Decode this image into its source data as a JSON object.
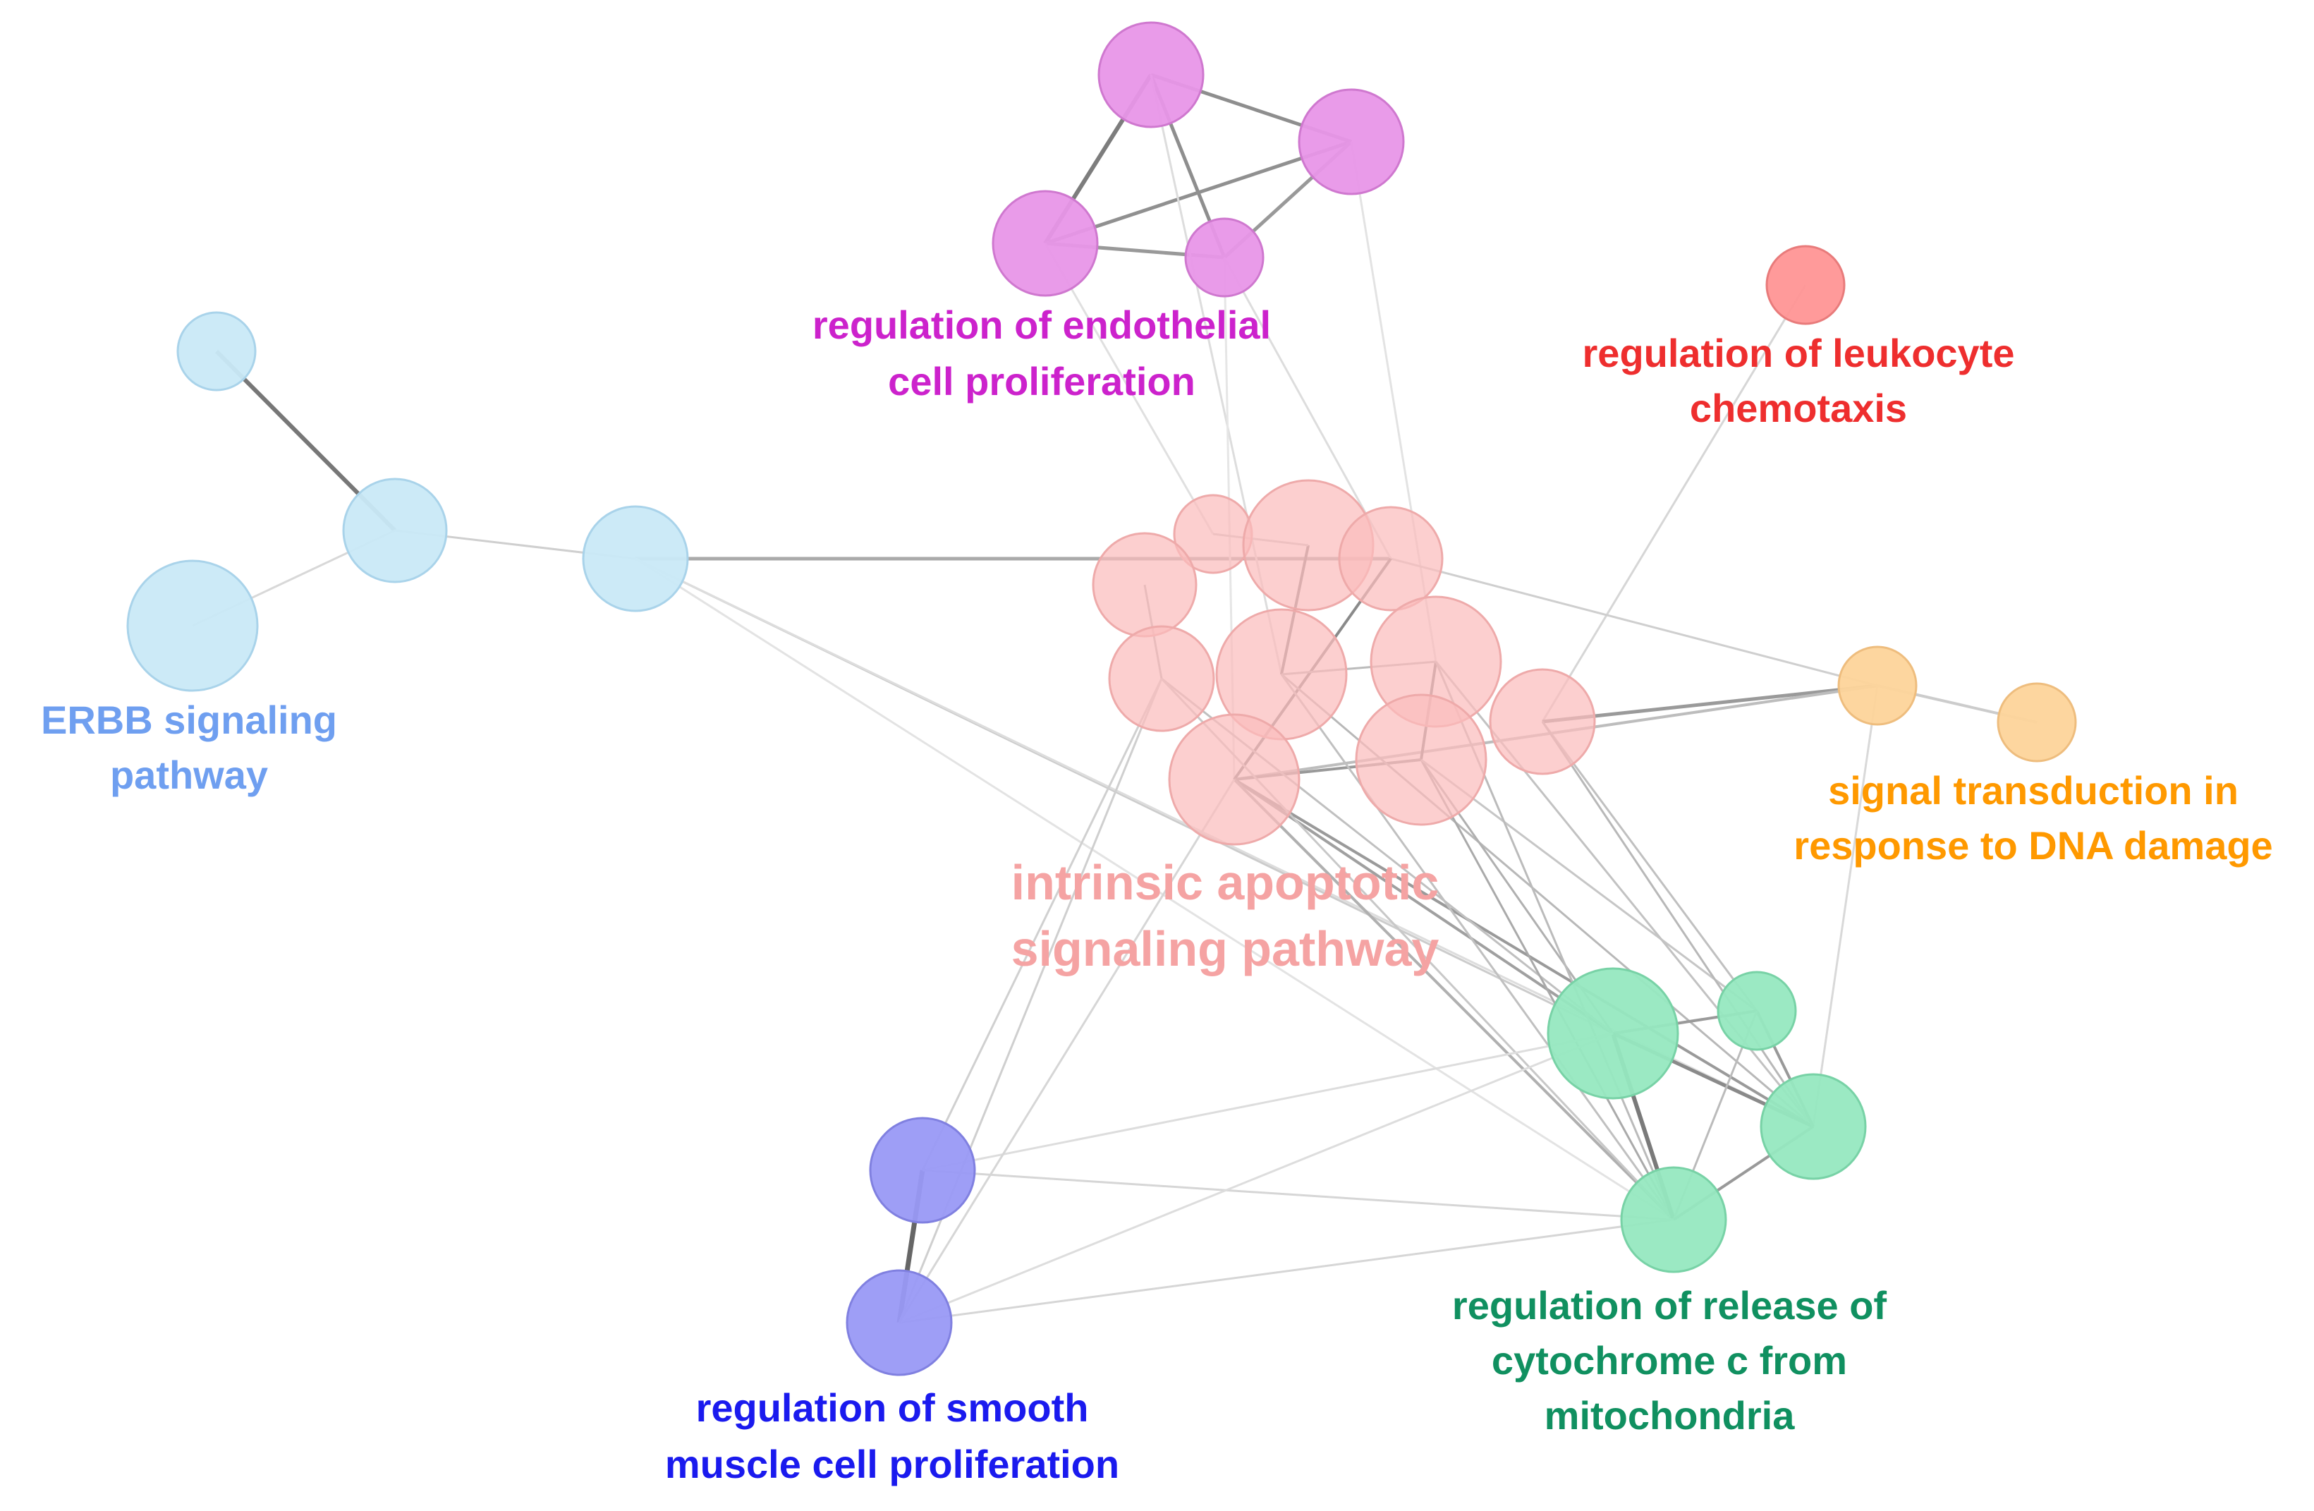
{
  "clusters": [
    {
      "id": "erbb",
      "label_lines": [
        "ERBB signaling",
        "pathway"
      ],
      "color": "#6f9ff0",
      "node_fill": "#c9e9f7",
      "node_stroke": "#a9d3ea"
    },
    {
      "id": "endothelial",
      "label_lines": [
        "regulation of endothelial",
        "cell proliferation"
      ],
      "color": "#cc22cc",
      "node_fill": "#e896e8",
      "node_stroke": "#cf78cf"
    },
    {
      "id": "leukocyte",
      "label_lines": [
        "regulation of leukocyte",
        "chemotaxis"
      ],
      "color": "#ee2e2e",
      "node_fill": "#ff9595",
      "node_stroke": "#e87b7b"
    },
    {
      "id": "apoptotic",
      "label_lines": [
        "intrinsic apoptotic",
        "signaling pathway"
      ],
      "color": "#f5a3a3",
      "node_fill": "#fbbcbc",
      "node_stroke": "#eeaaaa"
    },
    {
      "id": "dna",
      "label_lines": [
        "signal transduction in",
        "response to DNA damage"
      ],
      "color": "#ff9900",
      "node_fill": "#fdd49a",
      "node_stroke": "#eebd7e"
    },
    {
      "id": "cytochrome",
      "label_lines": [
        "regulation of release of",
        "cytochrome c from",
        "mitochondria"
      ],
      "color": "#109060",
      "node_fill": "#96e8c0",
      "node_stroke": "#78d2a6"
    },
    {
      "id": "smooth",
      "label_lines": [
        "regulation of smooth",
        "muscle cell proliferation"
      ],
      "color": "#1a1aee",
      "node_fill": "#9999f5",
      "node_stroke": "#8080e0"
    }
  ]
}
